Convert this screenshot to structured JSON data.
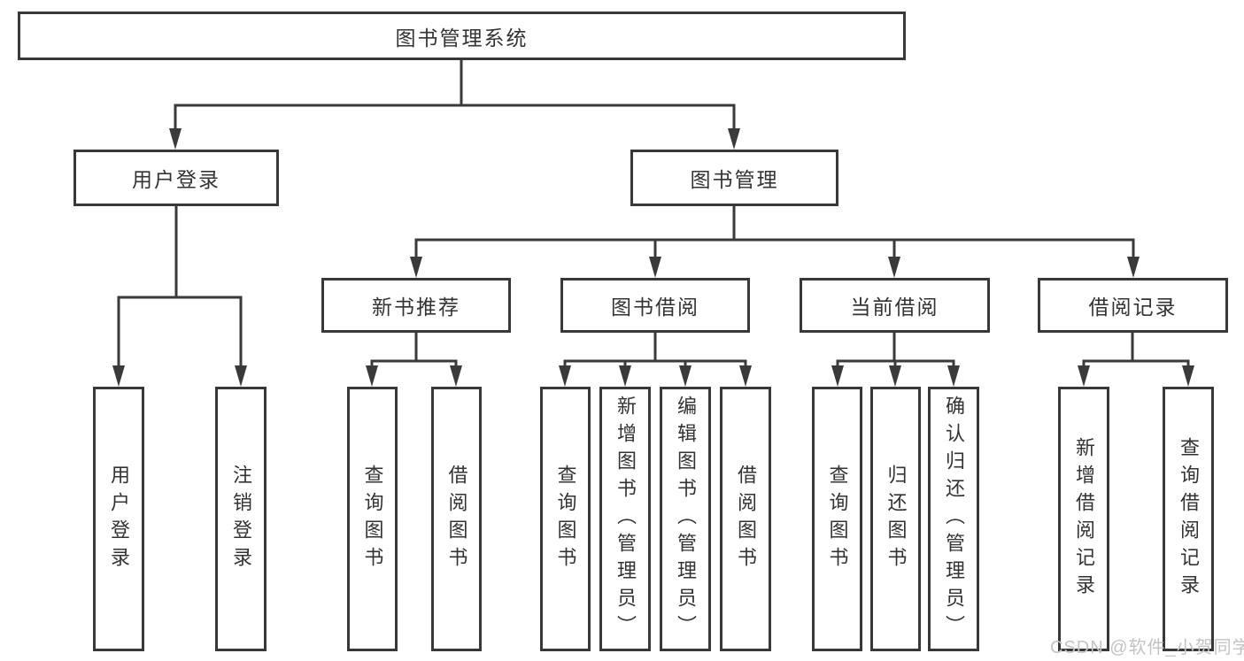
{
  "diagram": {
    "root": "图书管理系统",
    "branches": [
      {
        "label": "用户登录",
        "children": [
          "用户登录",
          "注销登录"
        ]
      },
      {
        "label": "图书管理",
        "sections": [
          {
            "label": "新书推荐",
            "children": [
              "查询图书",
              "借阅图书"
            ]
          },
          {
            "label": "图书借阅",
            "children": [
              "查询图书",
              "新增图书（管理员）",
              "编辑图书（管理员）",
              "借阅图书"
            ]
          },
          {
            "label": "当前借阅",
            "children": [
              "查询图书",
              "归还图书",
              "确认归还（管理员）"
            ]
          },
          {
            "label": "借阅记录",
            "children": [
              "新增借阅记录",
              "查询借阅记录"
            ]
          }
        ]
      }
    ]
  },
  "watermark": "CSDN @软件_小贺同学",
  "colors": {
    "background": "#ffffff",
    "line": "#3a3a3a",
    "box_border": "#383838",
    "text": "#333333",
    "watermark_text": "#c3c3c3"
  }
}
